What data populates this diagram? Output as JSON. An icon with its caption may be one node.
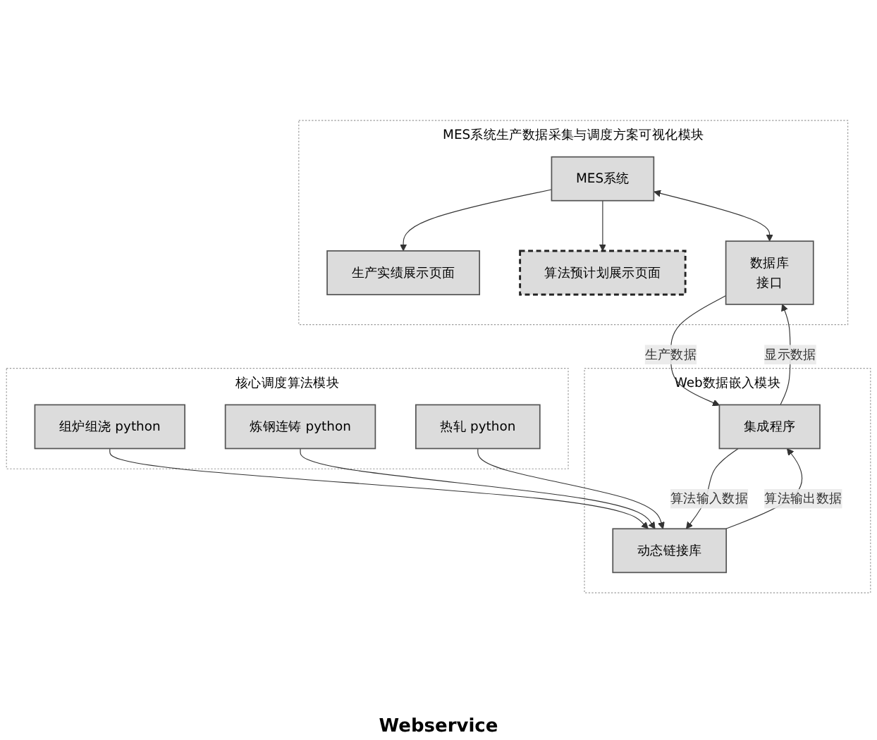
{
  "diagram": {
    "nodes": [
      {
        "text": [
          "MES系统生产数据采集与调度方案可视化模块"
        ]
      },
      {
        "text": [
          "生产实绩展示页面"
        ],
        "in": 0
      },
      {
        "text": [
          "算法预计划展示页面"
        ],
        "in": 0
      },
      {
        "text": [
          "MES系统"
        ],
        "in": 0
      },
      {
        "text": [
          "数据库",
          "接口"
        ],
        "in": 0
      },
      {
        "text": [
          "Web数据嵌入模块"
        ]
      },
      {
        "text": [
          "集成程序"
        ],
        "in": 5
      },
      {
        "text": [
          "动态链接库"
        ],
        "in": 5
      },
      {
        "text": [
          "核心调度算法模块"
        ]
      },
      {
        "text": [
          "组炉组浇 python"
        ],
        "in": 8
      },
      {
        "text": [
          "炼钢连铸 python"
        ],
        "in": 8
      },
      {
        "text": [
          "热轧 python"
        ],
        "in": 8
      }
    ],
    "edges": [
      {
        "from": 3,
        "to": 1,
        "arrow": "to"
      },
      {
        "from": 3,
        "to": 2,
        "arrow": "to"
      },
      {
        "from": 3,
        "to": 4,
        "arrow": "both"
      },
      {
        "from": 6,
        "to": 4,
        "arrow": "to",
        "label": "显示数据"
      },
      {
        "from": 4,
        "to": 6,
        "arrow": "to",
        "label": "生产数据"
      },
      {
        "from": 6,
        "to": 7,
        "arrow": "to",
        "label": "算法输入数据"
      },
      {
        "from": 7,
        "to": 6,
        "arrow": "to",
        "label": "算法输出数据"
      },
      {
        "from": 9,
        "to": 7,
        "arrow": "to"
      },
      {
        "from": 10,
        "to": 7,
        "arrow": "to"
      },
      {
        "from": 11,
        "to": 7,
        "arrow": "to"
      }
    ],
    "labels": [
      "Webservice"
    ]
  }
}
